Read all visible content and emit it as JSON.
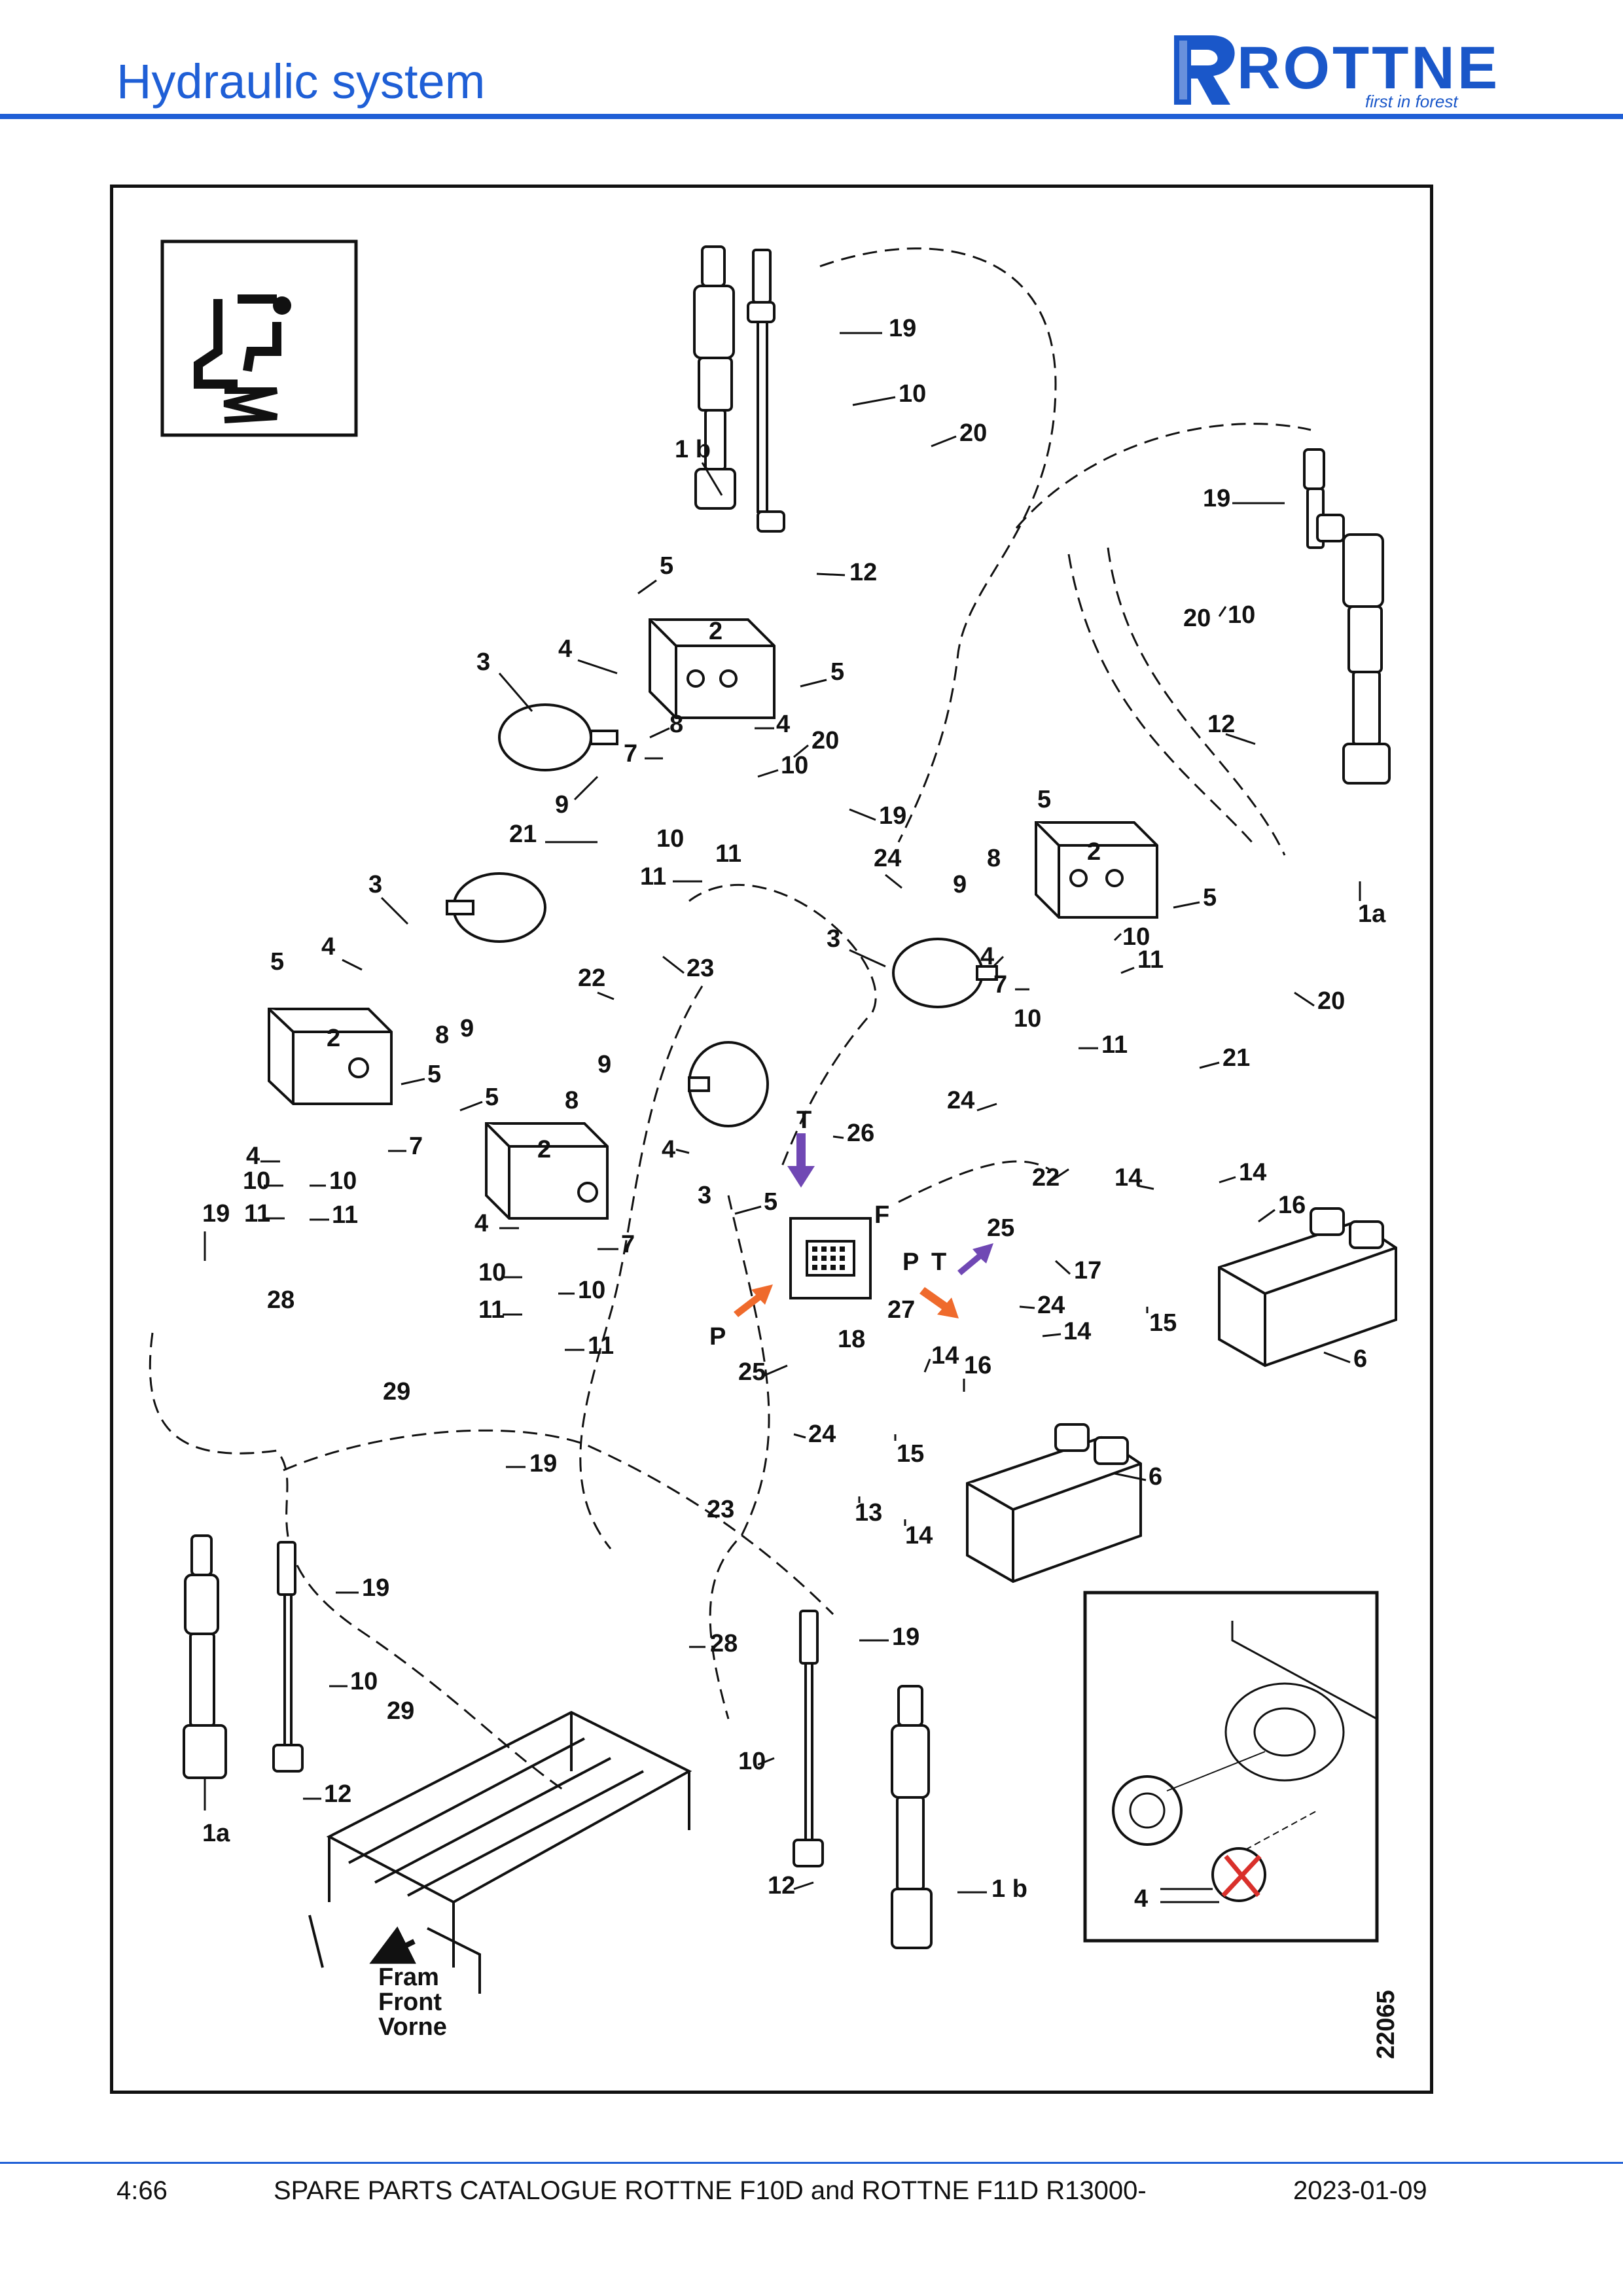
{
  "header": {
    "title": "Hydraulic system",
    "brand": "ROTTNE",
    "tagline": "first in forest"
  },
  "diagram": {
    "drawing_number": "22065",
    "connector_label": "F",
    "direction_label_lines": [
      "Fram",
      "Front",
      "Vorne"
    ],
    "port_labels": [
      "T",
      "P",
      "P",
      "T"
    ],
    "callouts": [
      {
        "id": "c19a",
        "label": "19"
      },
      {
        "id": "c10a",
        "label": "10"
      },
      {
        "id": "c20a",
        "label": "20"
      },
      {
        "id": "c1ba",
        "label": "1 b"
      },
      {
        "id": "c12a",
        "label": "12"
      },
      {
        "id": "c5a",
        "label": "5"
      },
      {
        "id": "c2a",
        "label": "2"
      },
      {
        "id": "c4a",
        "label": "4"
      },
      {
        "id": "c3a",
        "label": "3"
      },
      {
        "id": "c5b",
        "label": "5"
      },
      {
        "id": "c8a",
        "label": "8"
      },
      {
        "id": "c4b",
        "label": "4"
      },
      {
        "id": "c7a",
        "label": "7"
      },
      {
        "id": "c20b",
        "label": "20"
      },
      {
        "id": "c10b",
        "label": "10"
      },
      {
        "id": "c9a",
        "label": "9"
      },
      {
        "id": "c19b",
        "label": "19"
      },
      {
        "id": "c21a",
        "label": "21"
      },
      {
        "id": "c10c",
        "label": "10"
      },
      {
        "id": "c11a",
        "label": "11"
      },
      {
        "id": "c11b",
        "label": "11"
      },
      {
        "id": "c19c",
        "label": "19"
      },
      {
        "id": "c20c",
        "label": "20"
      },
      {
        "id": "c10d",
        "label": "10"
      },
      {
        "id": "c12b",
        "label": "12"
      },
      {
        "id": "c1aa",
        "label": "1a"
      },
      {
        "id": "c5c",
        "label": "5"
      },
      {
        "id": "c2b",
        "label": "2"
      },
      {
        "id": "c24a",
        "label": "24"
      },
      {
        "id": "c8b",
        "label": "8"
      },
      {
        "id": "c9b",
        "label": "9"
      },
      {
        "id": "c5d",
        "label": "5"
      },
      {
        "id": "c3b",
        "label": "3"
      },
      {
        "id": "c4c",
        "label": "4"
      },
      {
        "id": "c10e",
        "label": "10"
      },
      {
        "id": "c11c",
        "label": "11"
      },
      {
        "id": "c7b",
        "label": "7"
      },
      {
        "id": "c20d",
        "label": "20"
      },
      {
        "id": "c3c",
        "label": "3"
      },
      {
        "id": "c23a",
        "label": "23"
      },
      {
        "id": "c4d",
        "label": "4"
      },
      {
        "id": "c5e",
        "label": "5"
      },
      {
        "id": "c22a",
        "label": "22"
      },
      {
        "id": "c9c",
        "label": "9"
      },
      {
        "id": "c2c",
        "label": "2"
      },
      {
        "id": "c8c",
        "label": "8"
      },
      {
        "id": "c5f",
        "label": "5"
      },
      {
        "id": "c10f",
        "label": "10"
      },
      {
        "id": "c11d",
        "label": "11"
      },
      {
        "id": "c21b",
        "label": "21"
      },
      {
        "id": "c9d",
        "label": "9"
      },
      {
        "id": "c5g",
        "label": "5"
      },
      {
        "id": "c8d",
        "label": "8"
      },
      {
        "id": "c4e",
        "label": "4"
      },
      {
        "id": "c7c",
        "label": "7"
      },
      {
        "id": "c2d",
        "label": "2"
      },
      {
        "id": "c3d",
        "label": "3"
      },
      {
        "id": "c24b",
        "label": "24"
      },
      {
        "id": "c26a",
        "label": "26"
      },
      {
        "id": "c22b",
        "label": "22"
      },
      {
        "id": "c14a",
        "label": "14"
      },
      {
        "id": "c14b",
        "label": "14"
      },
      {
        "id": "c16a",
        "label": "16"
      },
      {
        "id": "c4f",
        "label": "4"
      },
      {
        "id": "c10g",
        "label": "10"
      },
      {
        "id": "c10h",
        "label": "10"
      },
      {
        "id": "c5h",
        "label": "5"
      },
      {
        "id": "c19d",
        "label": "19"
      },
      {
        "id": "c11e",
        "label": "11"
      },
      {
        "id": "c11f",
        "label": "11"
      },
      {
        "id": "c4g",
        "label": "4"
      },
      {
        "id": "c7d",
        "label": "7"
      },
      {
        "id": "c10i",
        "label": "10"
      },
      {
        "id": "c10j",
        "label": "10"
      },
      {
        "id": "c28a",
        "label": "28"
      },
      {
        "id": "c11g",
        "label": "11"
      },
      {
        "id": "c11h",
        "label": "11"
      },
      {
        "id": "c25a",
        "label": "25"
      },
      {
        "id": "c17a",
        "label": "17"
      },
      {
        "id": "c27a",
        "label": "27"
      },
      {
        "id": "c24c",
        "label": "24"
      },
      {
        "id": "c14c",
        "label": "14"
      },
      {
        "id": "c15a",
        "label": "15"
      },
      {
        "id": "c6a",
        "label": "6"
      },
      {
        "id": "c18a",
        "label": "18"
      },
      {
        "id": "c14d",
        "label": "14"
      },
      {
        "id": "c25b",
        "label": "25"
      },
      {
        "id": "c16b",
        "label": "16"
      },
      {
        "id": "c29a",
        "label": "29"
      },
      {
        "id": "c24d",
        "label": "24"
      },
      {
        "id": "c15b",
        "label": "15"
      },
      {
        "id": "c19e",
        "label": "19"
      },
      {
        "id": "c6b",
        "label": "6"
      },
      {
        "id": "c23b",
        "label": "23"
      },
      {
        "id": "c13a",
        "label": "13"
      },
      {
        "id": "c14e",
        "label": "14"
      },
      {
        "id": "c19f",
        "label": "19"
      },
      {
        "id": "c19g",
        "label": "19"
      },
      {
        "id": "c28b",
        "label": "28"
      },
      {
        "id": "c10k",
        "label": "10"
      },
      {
        "id": "c29b",
        "label": "29"
      },
      {
        "id": "c10l",
        "label": "10"
      },
      {
        "id": "c12c",
        "label": "12"
      },
      {
        "id": "c1ab",
        "label": "1a"
      },
      {
        "id": "c12d",
        "label": "12"
      },
      {
        "id": "c1bb",
        "label": "1 b"
      },
      {
        "id": "c4h",
        "label": "4"
      }
    ]
  },
  "colors": {
    "brand_blue": "#1f5fd6",
    "arrow_tank": "#7048b4",
    "arrow_pressure": "#ef6a2c",
    "cross_red": "#d9302b"
  },
  "footer": {
    "page_number": "4:66",
    "catalogue": "SPARE PARTS CATALOGUE ROTTNE F10D and ROTTNE F11D R13000-",
    "date": "2023-01-09"
  }
}
